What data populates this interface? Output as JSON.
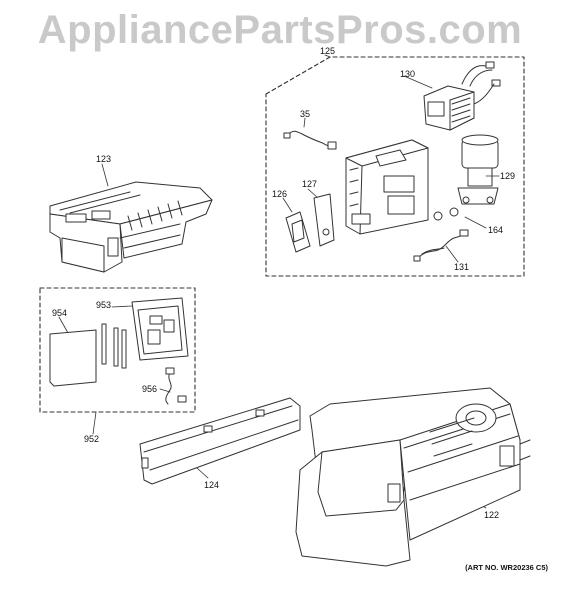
{
  "watermark": "AppliancePartsPros.com",
  "art_number": "(ART NO. WR20236 C5)",
  "callouts": {
    "c125": "125",
    "c130": "130",
    "c35": "35",
    "c123": "123",
    "c127": "127",
    "c126": "126",
    "c129": "129",
    "c164": "164",
    "c131": "131",
    "c953": "953",
    "c954": "954",
    "c956": "956",
    "c952": "952",
    "c124": "124",
    "c122": "122"
  },
  "colors": {
    "line": "#333333",
    "fill": "#ffffff",
    "watermark": "#c9c9c9"
  }
}
